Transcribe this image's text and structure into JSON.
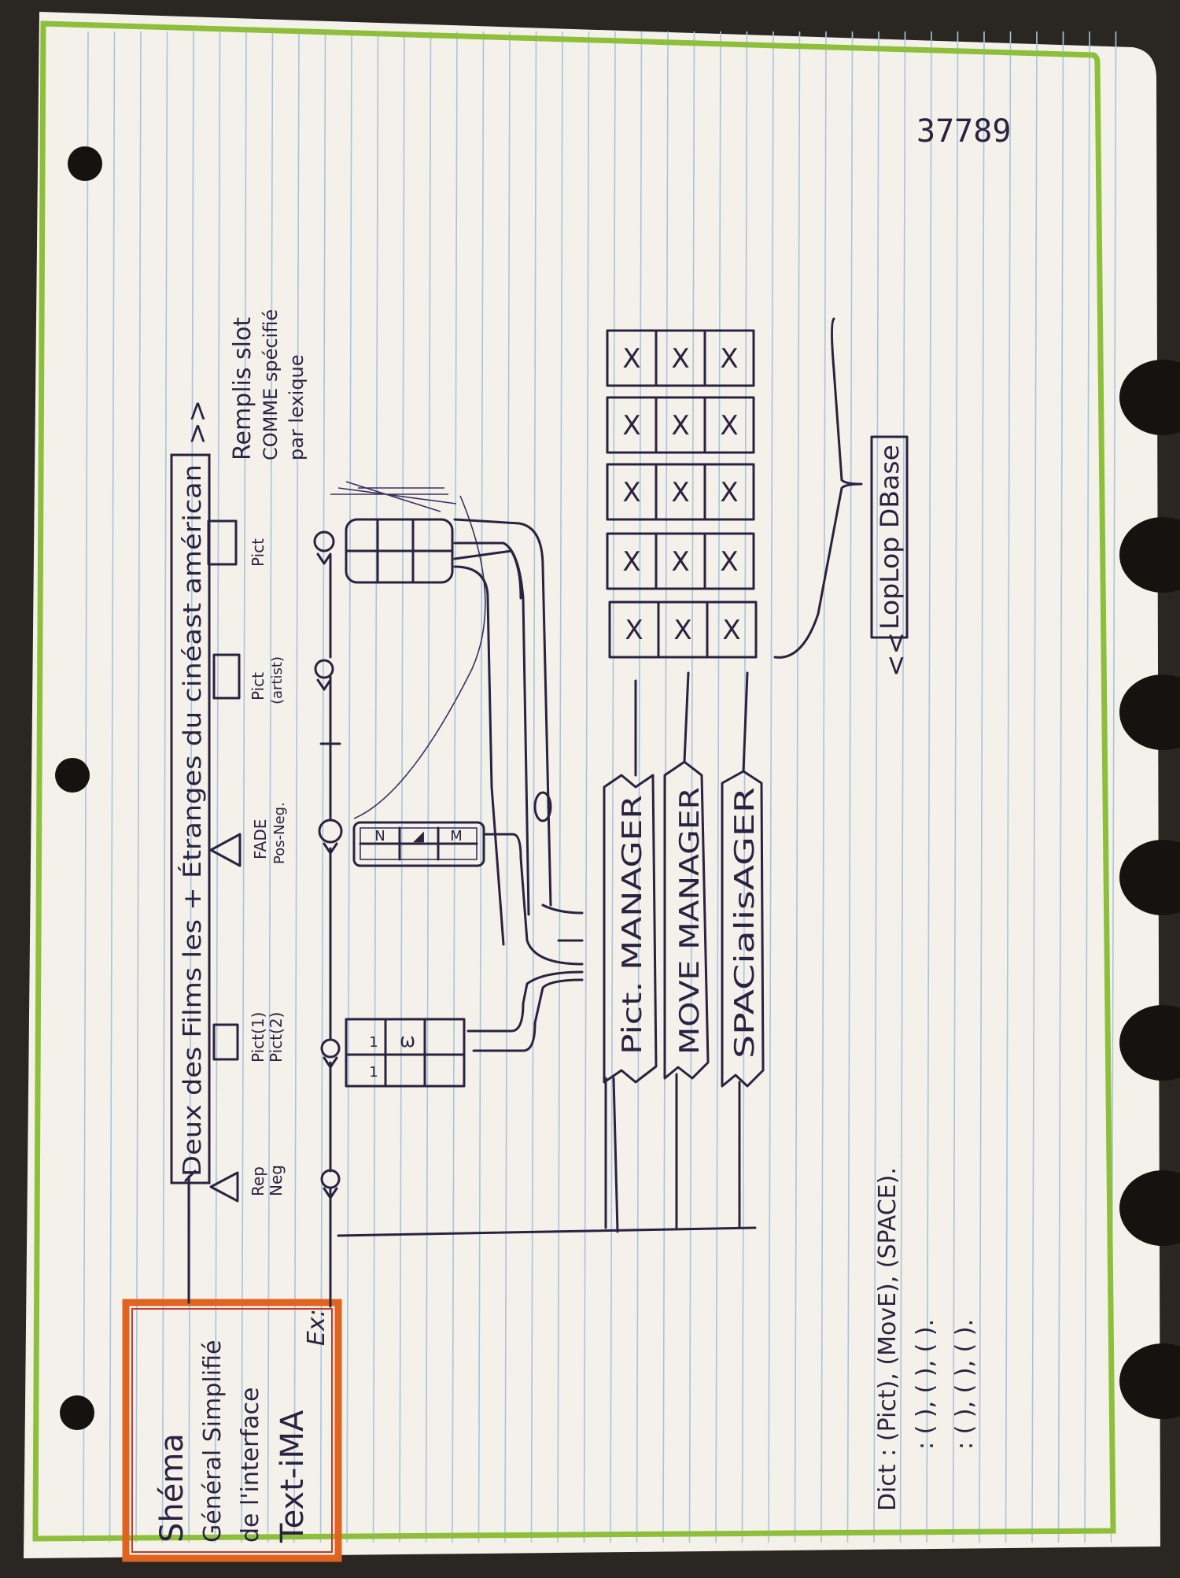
{
  "page": {
    "serial_number": "37789",
    "colors": {
      "paper": "#f4f1ea",
      "margin_line": "#8dbf3a",
      "rule_line": "#a9c4dc",
      "ink": "#2b2240",
      "title_frame_outer": "#e0641f",
      "title_frame_inner": "#c0392b",
      "title_text": "#5a5a8c",
      "ex_label": "#2e86c1"
    }
  },
  "title_box": {
    "line1": "Shéma",
    "line2": "Général Simplifié",
    "line3": "de l'interface",
    "line4": "Text-iMA",
    "ex_label": "Ex:"
  },
  "film_bar": {
    "label": "Deux des Films les + Étranges du cinéast américan",
    "arrow": ">>"
  },
  "side_note": {
    "line1": "Remplis slot",
    "line2": "COMME spécifié",
    "line3": "par lexique"
  },
  "slots": [
    {
      "id": "rep-neg",
      "shape": "triangle",
      "line1": "Rep",
      "line2": "Neg"
    },
    {
      "id": "pict-1-2",
      "shape": "square",
      "line1": "Pict(1)",
      "line2": "Pict(2)"
    },
    {
      "id": "fade",
      "shape": "triangle",
      "line1": "FADE",
      "line2": "Pos-Neg."
    },
    {
      "id": "pict-artist",
      "shape": "square",
      "line1": "Pict",
      "line2": "(artist)"
    },
    {
      "id": "pict",
      "shape": "square",
      "line1": "Pict",
      "line2": ""
    }
  ],
  "grids": {
    "grid_a_cells": [
      "1",
      "1",
      "",
      "",
      "ω",
      ""
    ],
    "grid_b_cells": [
      "N",
      "◢",
      "M"
    ]
  },
  "managers": [
    {
      "id": "pict-manager",
      "label": "Pict. MANAGER"
    },
    {
      "id": "move-manager",
      "label": "MOVE MANAGER"
    },
    {
      "id": "spacial-manager",
      "label": "SPACialisAGER"
    }
  ],
  "database": {
    "label": "LopLop DBase",
    "arrow": "<<",
    "cell_mark": "X"
  },
  "dict": {
    "line1": "Dict : (Pict), (MovE), (SPACE).",
    "line2": ": (    ), (    ), (    ).",
    "line3": ": (    ), (    ), (    )."
  }
}
